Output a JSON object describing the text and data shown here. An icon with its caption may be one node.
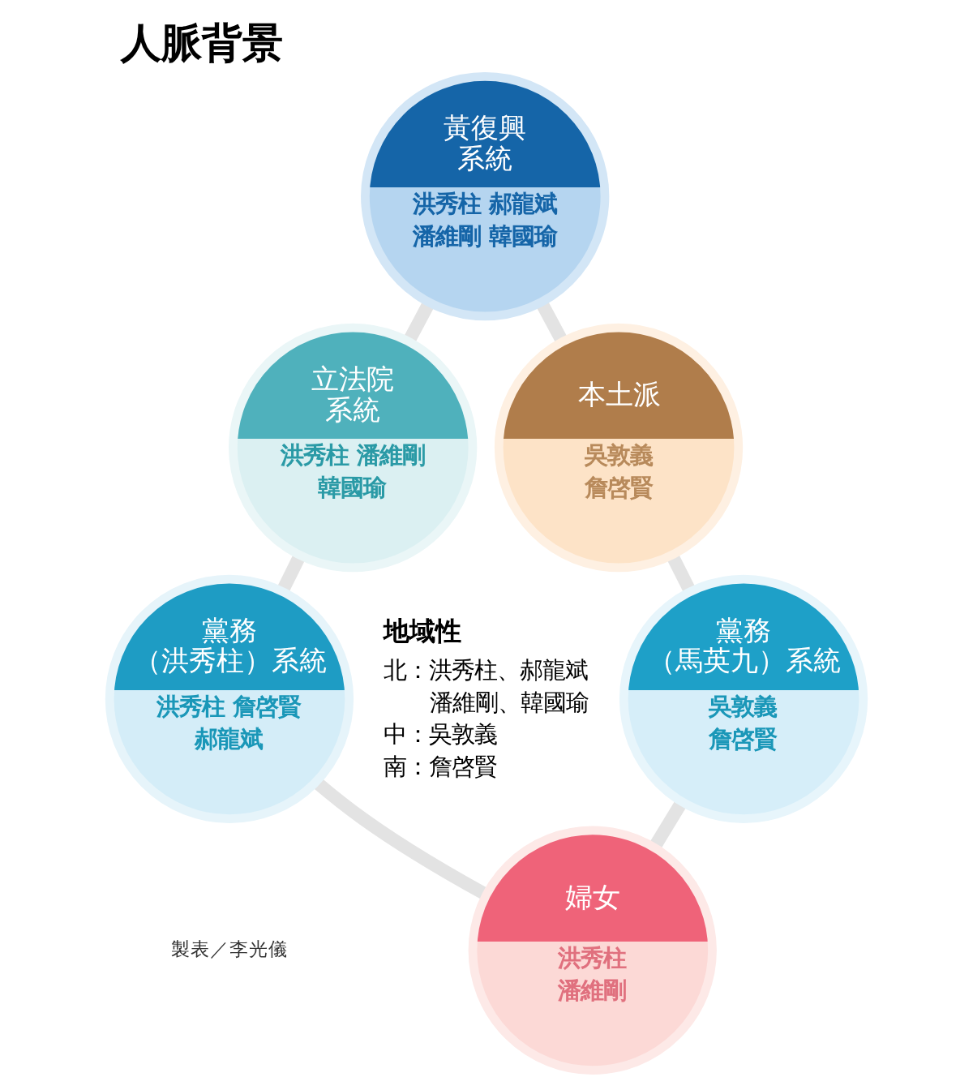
{
  "diagram": {
    "title": "人脈背景",
    "nodes": [
      {
        "text": [
          "黃復興系統",
          "洪秀柱 郝龍斌",
          "潘維剛 韓國瑜"
        ]
      },
      {
        "text": [
          "立法院系統",
          "洪秀柱 潘維剛",
          "韓國瑜"
        ]
      },
      {
        "text": [
          "本土派",
          "吳敦義",
          "詹啓賢"
        ]
      },
      {
        "text": [
          "黨務（洪秀柱）系統",
          "洪秀柱 詹啓賢",
          "郝龍斌"
        ]
      },
      {
        "text": [
          "黨務（馬英九）系統",
          "吳敦義",
          "詹啓賢"
        ]
      },
      {
        "text": [
          "婦女",
          "洪秀柱",
          "潘維剛"
        ]
      }
    ],
    "edges": [
      {
        "from": 0,
        "to": 1,
        "arrow": "none"
      },
      {
        "from": 0,
        "to": 2,
        "arrow": "none"
      },
      {
        "from": 1,
        "to": 3,
        "arrow": "none"
      },
      {
        "from": 2,
        "to": 4,
        "arrow": "none"
      },
      {
        "from": 3,
        "to": 5,
        "arrow": "none"
      },
      {
        "from": 4,
        "to": 5,
        "arrow": "none"
      }
    ],
    "labels": [
      "地域性",
      "北：洪秀柱、郝龍斌潘維剛、韓國瑜",
      "中：吳敦義",
      "南：詹啓賢",
      "製表／李光儀"
    ]
  }
}
